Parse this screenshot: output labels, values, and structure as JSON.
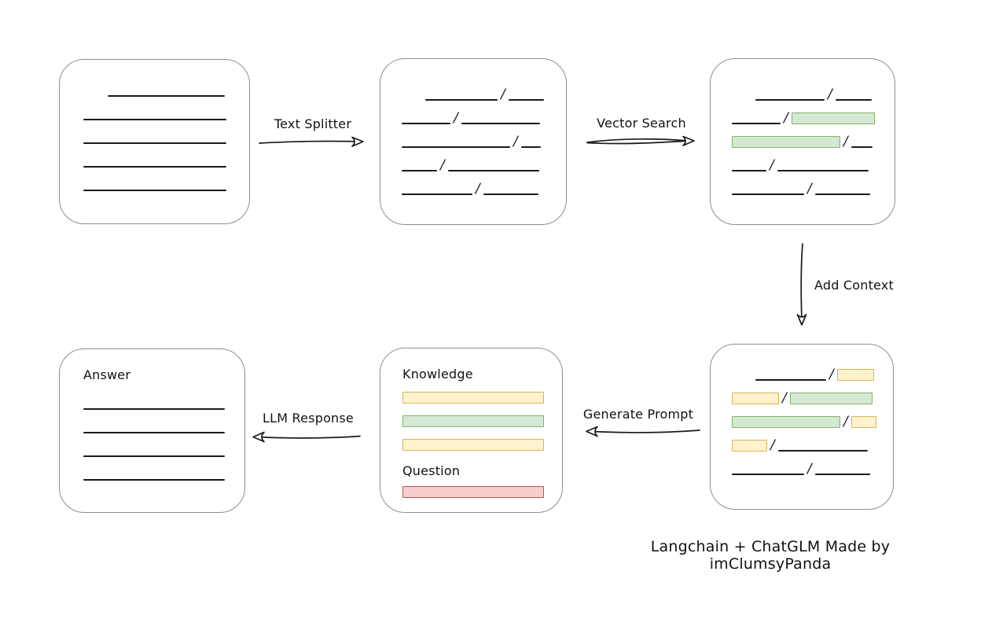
{
  "diagram": {
    "caption": "Langchain + ChatGLM Made by imClumsyPanda",
    "slash": "/",
    "arrows": {
      "text_splitter": "Text Splitter",
      "vector_search": "Vector Search",
      "add_context": "Add Context",
      "generate_prompt": "Generate Prompt",
      "llm_response": "LLM Response"
    },
    "colors": {
      "green_fill": "#d5e8d4",
      "green_border": "#82b366",
      "yellow_fill": "#fff2cc",
      "yellow_border": "#d6b656",
      "red_fill": "#f8cecc",
      "red_border": "#b85450",
      "line": "#1a1a1a",
      "box_border": "#8f8f8f"
    },
    "boxes": {
      "document": {
        "rows": [
          [
            {
              "t": "sp",
              "w": 31
            },
            {
              "t": "ln",
              "w": 149
            }
          ],
          [
            {
              "t": "ln",
              "w": 182
            }
          ],
          [
            {
              "t": "ln",
              "w": 182
            }
          ],
          [
            {
              "t": "ln",
              "w": 182
            }
          ],
          [
            {
              "t": "ln",
              "w": 182
            }
          ]
        ]
      },
      "chunks": {
        "rows": [
          [
            {
              "t": "sp",
              "w": 30
            },
            {
              "t": "ln",
              "w": 92
            },
            {
              "t": "sl"
            },
            {
              "t": "ln",
              "w": 45
            }
          ],
          [
            {
              "t": "ln",
              "w": 62
            },
            {
              "t": "sl"
            },
            {
              "t": "ln",
              "w": 100
            }
          ],
          [
            {
              "t": "ln",
              "w": 138
            },
            {
              "t": "sl"
            },
            {
              "t": "ln",
              "w": 25
            }
          ],
          [
            {
              "t": "ln",
              "w": 45
            },
            {
              "t": "sl"
            },
            {
              "t": "ln",
              "w": 116
            }
          ],
          [
            {
              "t": "ln",
              "w": 90
            },
            {
              "t": "sl"
            },
            {
              "t": "ln",
              "w": 70
            }
          ]
        ]
      },
      "search_results": {
        "rows": [
          [
            {
              "t": "sp",
              "w": 30
            },
            {
              "t": "ln",
              "w": 88
            },
            {
              "t": "sl"
            },
            {
              "t": "ln",
              "w": 46
            }
          ],
          [
            {
              "t": "ln",
              "w": 62
            },
            {
              "t": "sl"
            },
            {
              "t": "gr",
              "w": 106
            }
          ],
          [
            {
              "t": "gr",
              "w": 138
            },
            {
              "t": "sl"
            },
            {
              "t": "ln",
              "w": 27
            }
          ],
          [
            {
              "t": "ln",
              "w": 44
            },
            {
              "t": "sl"
            },
            {
              "t": "ln",
              "w": 116
            }
          ],
          [
            {
              "t": "ln",
              "w": 92
            },
            {
              "t": "sl"
            },
            {
              "t": "ln",
              "w": 70
            }
          ]
        ]
      },
      "context_chunks": {
        "rows": [
          [
            {
              "t": "sp",
              "w": 30
            },
            {
              "t": "ln",
              "w": 90
            },
            {
              "t": "sl"
            },
            {
              "t": "yl",
              "w": 47
            }
          ],
          [
            {
              "t": "yl",
              "w": 60
            },
            {
              "t": "sl"
            },
            {
              "t": "gr",
              "w": 105
            }
          ],
          [
            {
              "t": "gr",
              "w": 138
            },
            {
              "t": "sl"
            },
            {
              "t": "yl",
              "w": 32
            }
          ],
          [
            {
              "t": "yl",
              "w": 45
            },
            {
              "t": "sl"
            },
            {
              "t": "ln",
              "w": 114
            }
          ],
          [
            {
              "t": "ln",
              "w": 92
            },
            {
              "t": "sl"
            },
            {
              "t": "ln",
              "w": 70
            }
          ]
        ]
      },
      "prompt": {
        "knowledge_label": "Knowledge",
        "question_label": "Question",
        "knowledge_rows": [
          [
            {
              "t": "yl",
              "w": 180
            }
          ],
          [
            {
              "t": "gr",
              "w": 180
            }
          ],
          [
            {
              "t": "yl",
              "w": 180
            }
          ]
        ],
        "question_rows": [
          [
            {
              "t": "rd",
              "w": 180
            }
          ]
        ]
      },
      "answer": {
        "label": "Answer",
        "rows": [
          [
            {
              "t": "ln",
              "w": 180
            }
          ],
          [
            {
              "t": "ln",
              "w": 180
            }
          ],
          [
            {
              "t": "ln",
              "w": 180
            }
          ],
          [
            {
              "t": "ln",
              "w": 180
            }
          ]
        ]
      }
    }
  }
}
